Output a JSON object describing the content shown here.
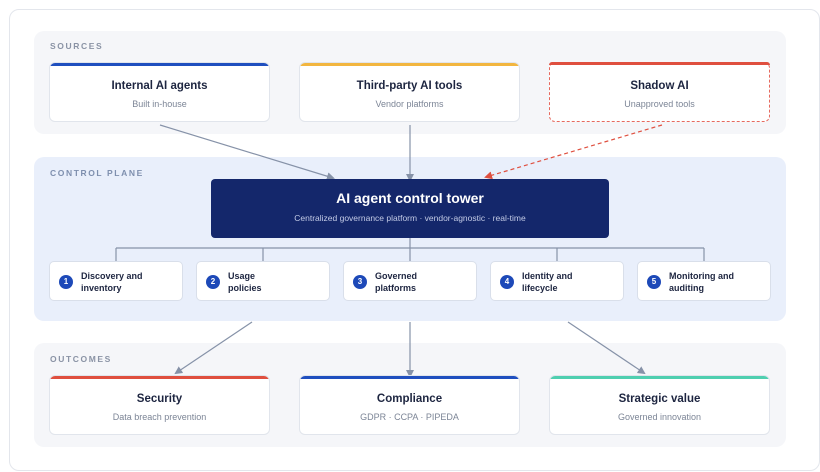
{
  "sections": {
    "sources": "SOURCES",
    "control_plane": "CONTROL PLANE",
    "outcomes": "OUTCOMES"
  },
  "sources": [
    {
      "title": "Internal AI agents",
      "subtitle": "Built in-house",
      "accent": "#1f4fbf"
    },
    {
      "title": "Third-party AI tools",
      "subtitle": "Vendor platforms",
      "accent": "#f2b640"
    },
    {
      "title": "Shadow AI",
      "subtitle": "Unapproved tools",
      "accent": "#df4f3f"
    }
  ],
  "tower": {
    "title": "AI agent control tower",
    "subtitle": "Centralized governance platform · vendor-agnostic · real-time",
    "color": "#14276b"
  },
  "capabilities": [
    {
      "num": "1",
      "label": "Discovery and inventory"
    },
    {
      "num": "2",
      "label": "Usage policies"
    },
    {
      "num": "3",
      "label": "Governed platforms"
    },
    {
      "num": "4",
      "label": "Identity and lifecycle"
    },
    {
      "num": "5",
      "label": "Monitoring and auditing"
    }
  ],
  "outcomes": [
    {
      "title": "Security",
      "subtitle": "Data breach prevention",
      "accent": "#df4f3f"
    },
    {
      "title": "Compliance",
      "subtitle": "GDPR · CCPA · PIPEDA",
      "accent": "#1f4fbf"
    },
    {
      "title": "Strategic value",
      "subtitle": "Governed innovation",
      "accent": "#4fcfb0"
    }
  ]
}
